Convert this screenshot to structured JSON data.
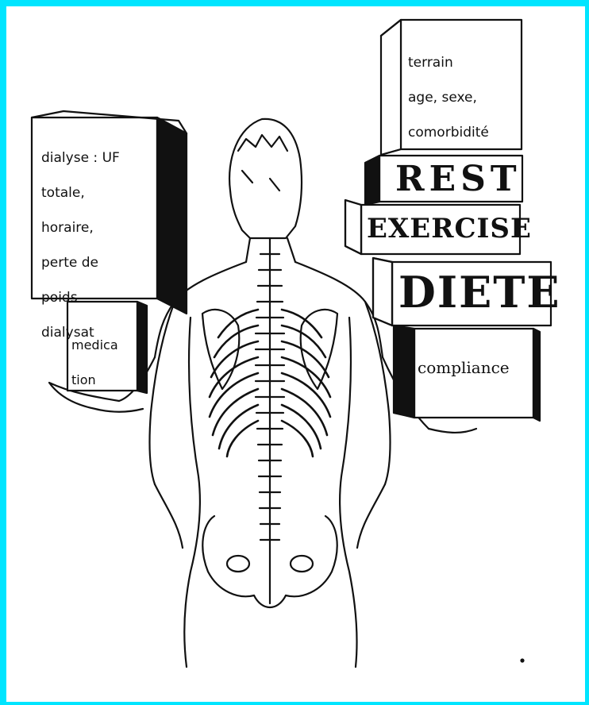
{
  "diagram": {
    "left_box_1": {
      "lines": [
        "dialyse : UF",
        "totale,",
        "horaire,",
        "perte de",
        "poids",
        "dialysat"
      ]
    },
    "left_box_2": {
      "lines": [
        "medica",
        "tion"
      ]
    },
    "right_box_1": {
      "lines": [
        "terrain",
        "age, sexe,",
        "comorbidité"
      ]
    },
    "right_box_rest": "REST",
    "right_box_exercise": "EXERCISE",
    "right_box_diete": "DIETE",
    "right_box_compliance": "compliance"
  },
  "colors": {
    "frame": "#00e5ff",
    "ink": "#111111",
    "background": "#ffffff"
  }
}
